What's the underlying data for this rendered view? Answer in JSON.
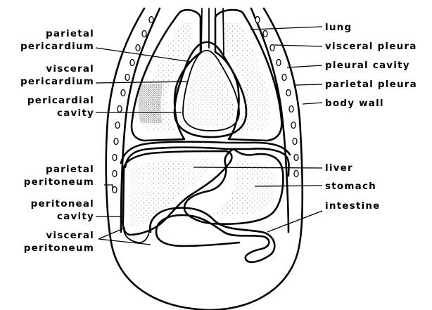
{
  "labels": {
    "left": {
      "parietal_pericardium": [
        "parietal",
        "pericardium"
      ],
      "visceral_pericardium": [
        "visceral",
        "pericardium"
      ],
      "pericardial_cavity": [
        "pericardial",
        "cavity"
      ],
      "parietal_peritoneum": [
        "parietal",
        "peritoneum"
      ],
      "peritoneal_cavity": [
        "peritoneal",
        "cavity"
      ],
      "visceral_peritoneum": [
        "visceral",
        "peritoneum"
      ]
    },
    "right": {
      "lung": "lung",
      "visceral_pleura": "visceral pleura",
      "pleural_cavity": "pleural cavity",
      "parietal_pleura": "parietal pleura",
      "body_wall": "body wall",
      "liver": "liver",
      "stomach": "stomach",
      "intestine": "intestine"
    }
  },
  "colors": {
    "ink": "#000000",
    "background": "#ffffff"
  }
}
